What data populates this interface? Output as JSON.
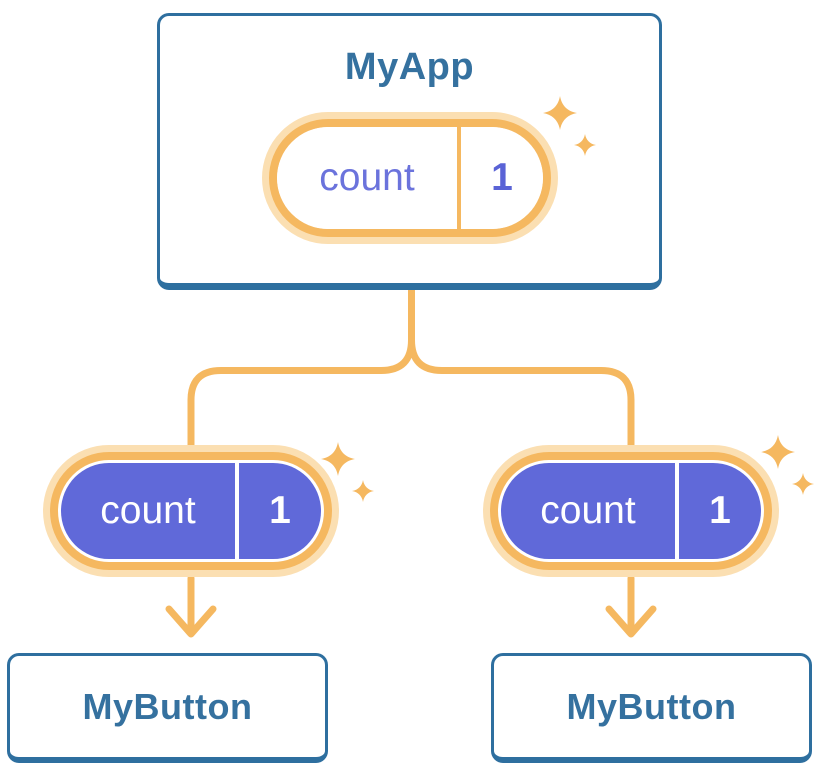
{
  "diagram": {
    "description": "Component tree with shared state",
    "root_card": {
      "title": "MyApp",
      "state": {
        "name": "count",
        "value": "1"
      }
    },
    "left_branch": {
      "state": {
        "name": "count",
        "value": "1"
      },
      "card_title": "MyButton"
    },
    "right_branch": {
      "state": {
        "name": "count",
        "value": "1"
      },
      "card_title": "MyButton"
    },
    "edges": [
      {
        "from": "MyApp",
        "to": "MyButton-left"
      },
      {
        "from": "MyApp",
        "to": "MyButton-right"
      }
    ]
  },
  "icons": {
    "sparkle": "sparkle-icon"
  },
  "colors": {
    "card_border_blue": "#2E6F9F",
    "card_text_blue": "#35719F",
    "connector_orange": "#F5B860",
    "pill_halo_pale_orange": "#FBDFB2",
    "pill_purple": "#6069D9",
    "state_name_indigo": "#6B73DC",
    "state_value_indigo": "#5A63D6",
    "background": "#FFFFFF"
  }
}
